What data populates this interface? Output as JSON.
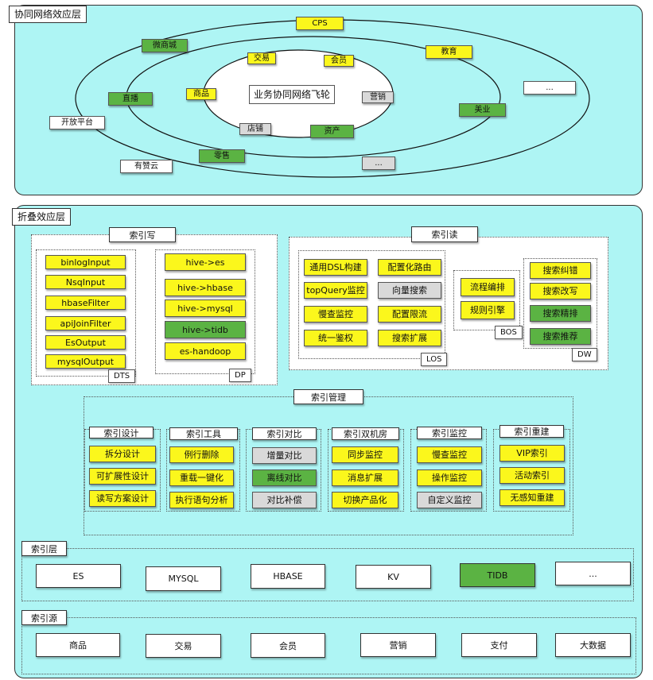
{
  "layer1": {
    "title": "协同网络效应层",
    "center": "业务协同网络飞轮",
    "inner": [
      "交易",
      "会员",
      "商品",
      "营销",
      "店铺",
      "资产"
    ],
    "middle": [
      "微商城",
      "直播",
      "零售",
      "..."
    ],
    "outer": [
      "CPS",
      "教育",
      "...",
      "美业",
      "开放平台",
      "有赞云"
    ]
  },
  "layer2": {
    "title": "折叠效应层",
    "write": {
      "title": "索引写",
      "dts": {
        "items": [
          "binlogInput",
          "NsqInput",
          "hbaseFilter",
          "apiJoinFilter",
          "EsOutput",
          "mysqlOutput"
        ],
        "tag": "DTS"
      },
      "dp": {
        "items": [
          "hive->es",
          "hive->hbase",
          "hive->mysql",
          "hive->tidb",
          "es-handoop"
        ],
        "tag": "DP"
      }
    },
    "read": {
      "title": "索引读",
      "los": {
        "items": [
          "通用DSL构建",
          "配置化路由",
          "topQuery监控",
          "向量搜索",
          "慢查监控",
          "配置限流",
          "统一鉴权",
          "搜索扩展"
        ],
        "tag": "LOS"
      },
      "bos": {
        "items": [
          "流程编排",
          "规则引擎"
        ],
        "tag": "BOS"
      },
      "dw": {
        "items": [
          "搜索纠错",
          "搜索改写",
          "搜索精排",
          "搜索推荐"
        ],
        "tag": "DW"
      }
    },
    "manage": {
      "title": "索引管理",
      "groups": [
        {
          "title": "索引设计",
          "items": [
            "拆分设计",
            "可扩展性设计",
            "读写方案设计"
          ]
        },
        {
          "title": "索引工具",
          "items": [
            "例行删除",
            "重载一键化",
            "执行语句分析"
          ]
        },
        {
          "title": "索引对比",
          "items": [
            "增量对比",
            "离线对比",
            "对比补偿"
          ]
        },
        {
          "title": "索引双机房",
          "items": [
            "同步监控",
            "消息扩展",
            "切换产品化"
          ]
        },
        {
          "title": "索引监控",
          "items": [
            "慢查监控",
            "操作监控",
            "自定义监控"
          ]
        },
        {
          "title": "索引重建",
          "items": [
            "VIP索引",
            "活动索引",
            "无感知重建"
          ]
        }
      ]
    },
    "index_layer": {
      "title": "索引层",
      "items": [
        "ES",
        "MYSQL",
        "HBASE",
        "KV",
        "TIDB",
        "..."
      ]
    },
    "index_source": {
      "title": "索引源",
      "items": [
        "商品",
        "交易",
        "会员",
        "营销",
        "支付",
        "大数据"
      ]
    }
  },
  "colors": {
    "panel": "#aef5f4",
    "yellow": "#fbf71c",
    "green": "#5bb343",
    "grey": "#d9d9d9"
  }
}
